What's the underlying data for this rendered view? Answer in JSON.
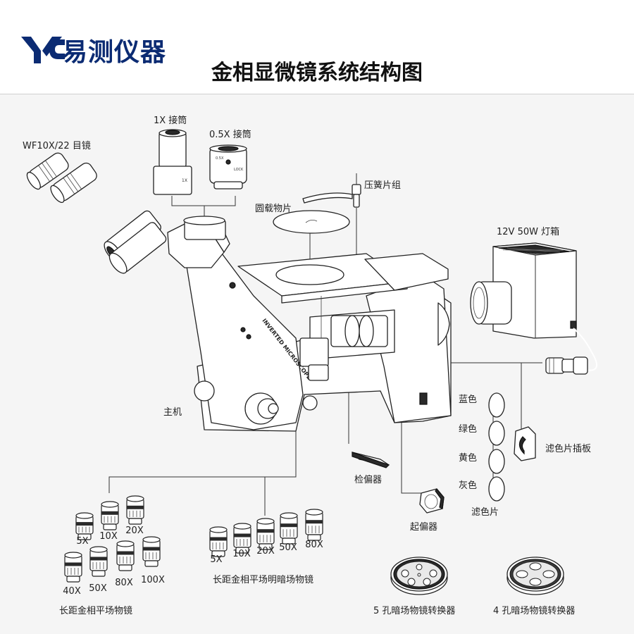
{
  "header": {
    "logo_text": "易测仪器",
    "title": "金相显微镜系统结构图"
  },
  "labels": {
    "eyepiece": "WF10X/22 目镜",
    "adapter_1x": "1X 接筒",
    "adapter_05x": "0.5X 接筒",
    "spring_clip": "压簧片组",
    "round_plate": "圆载物片",
    "lamp_box": "12V  50W  灯箱",
    "main_body": "主机",
    "filter_blue": "蓝色",
    "filter_green": "绿色",
    "filter_yellow": "黄色",
    "filter_gray": "灰色",
    "filters": "滤色片",
    "filter_holder": "滤色片插板",
    "analyzer": "检偏器",
    "polarizer": "起偏器",
    "bf_objectives": "长距金相平场物镜",
    "bd_objectives": "长距金相平场明暗场物镜",
    "turret_5": "5 孔暗场物镜转换器",
    "turret_4": "4 孔暗场物镜转换器",
    "adapter_1x_mark": "1X",
    "adapter_05x_marks": [
      "0.5X",
      "LOCK"
    ],
    "body_side_text": "INVERTED MICROSCOPE"
  },
  "objectives_bf": [
    "5X",
    "10X",
    "20X",
    "40X",
    "50X",
    "80X",
    "100X"
  ],
  "objectives_bd": [
    "5X",
    "10X",
    "20X",
    "50X",
    "80X"
  ],
  "colors": {
    "brand": "#0b2b73",
    "line": "#333333",
    "background": "#f5f5f5"
  }
}
